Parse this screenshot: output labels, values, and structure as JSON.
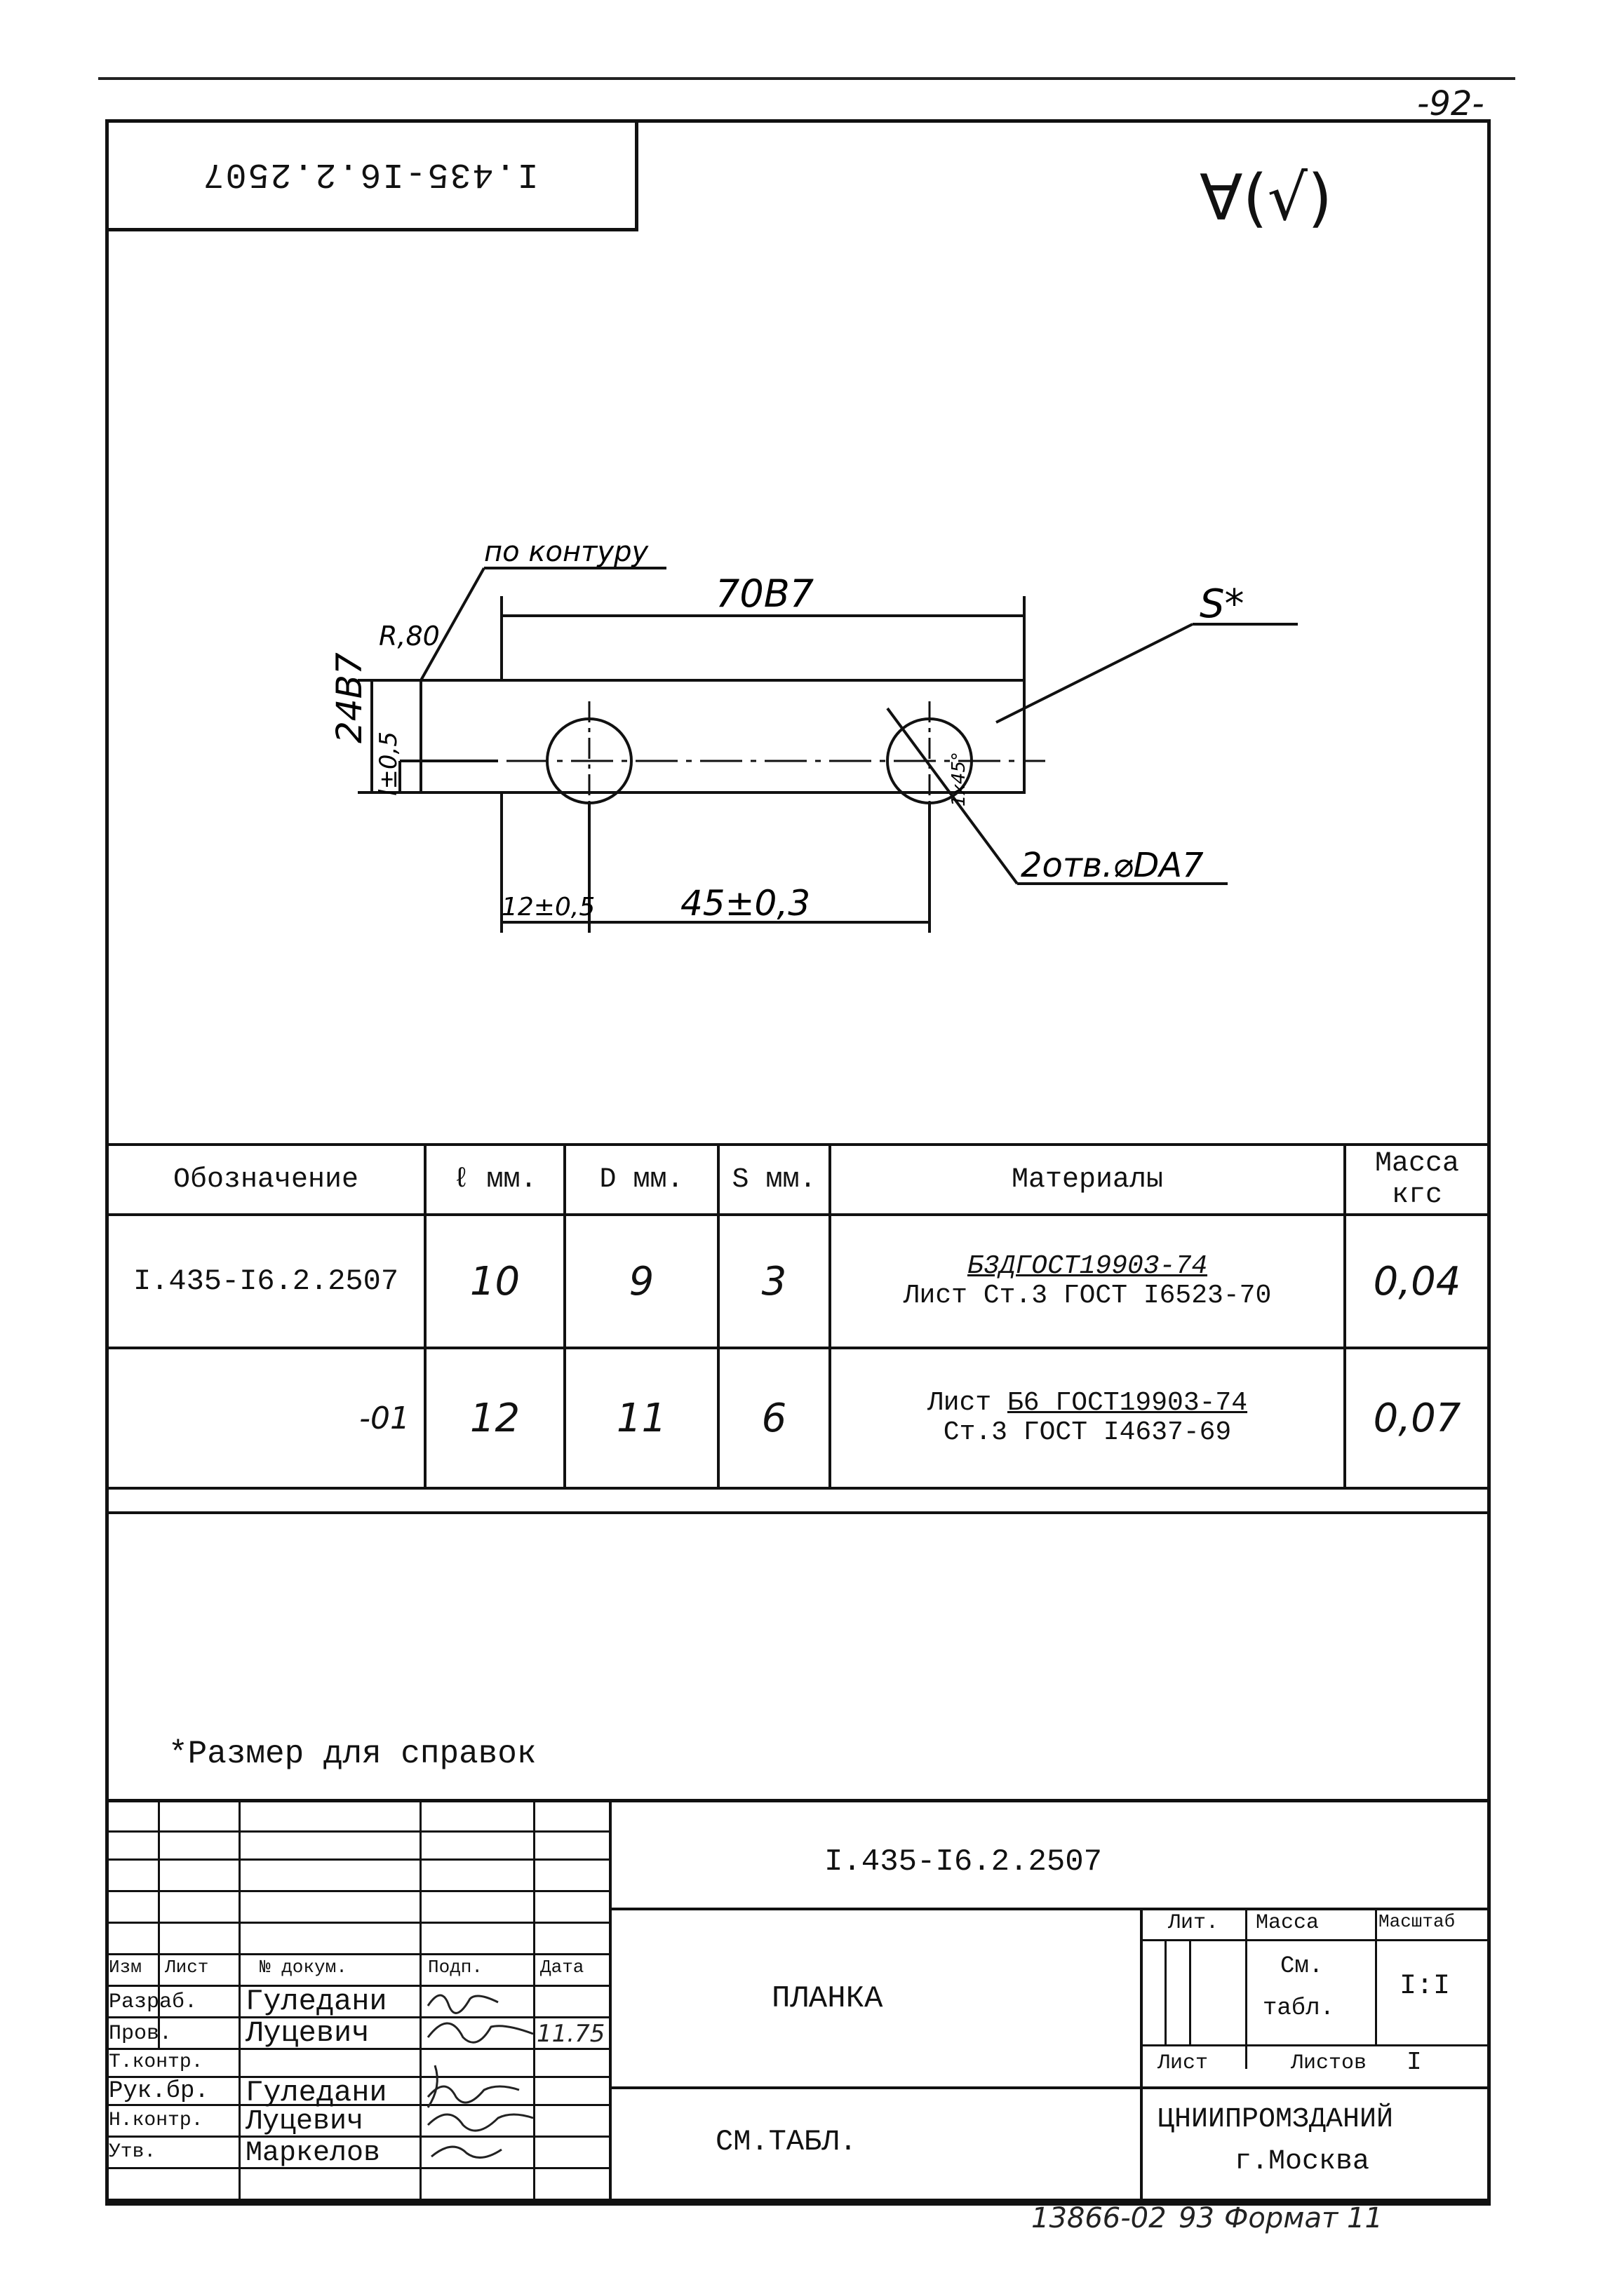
{
  "page_number": "-92-",
  "stamp_code": "I.435-I6.2.2507",
  "roughness_mark": "∀(√)",
  "drawing": {
    "contour_note": "по контуру",
    "radius": "R,80",
    "length": "70B7",
    "width": "24B7",
    "edge_offset_v": "l±0,5",
    "edge_offset_h": "12±0,5",
    "hole_spacing": "45±0,3",
    "thickness": "S*",
    "chamfer": "1x45°",
    "holes": "2отв.⌀DA7"
  },
  "spec_table": {
    "headers": [
      "Обозначение",
      "ℓ мм.",
      "D мм.",
      "S мм.",
      "Материалы",
      "Масса кгс"
    ],
    "rows": [
      {
        "designation": "I.435-I6.2.2507",
        "l": "10",
        "d": "9",
        "s": "3",
        "material_top": "Б3ДГОСТ19903-74",
        "material_prefix": "Лист",
        "material_bottom": "Ст.3 ГОСТ I6523-70",
        "mass": "0,04"
      },
      {
        "designation": "-01",
        "l": "12",
        "d": "11",
        "s": "6",
        "material_top": "Б6 ГОСТ19903-74",
        "material_prefix": "Лист",
        "material_bottom": "Ст.3 ГОСТ I4637-69",
        "mass": "0,07"
      }
    ]
  },
  "note": "*Размер для справок",
  "title_block": {
    "code": "I.435-I6.2.2507",
    "name": "ПЛАНКА",
    "material": "СМ.ТАБЛ.",
    "org": "ЦНИИПРОМЗДАНИЙ",
    "city": "г.Москва",
    "col_headers": [
      "Изм",
      "Лист",
      "№ докум.",
      "Подп.",
      "Дата"
    ],
    "roles": [
      "Разраб.",
      "Пров.",
      "Т.контр.",
      "Рук.бр.",
      "Н.контр.",
      "Утв."
    ],
    "names": [
      "Гуледани",
      "Луцевич",
      "",
      "Гуледани",
      "Луцевич",
      "Маркелов"
    ],
    "date": "11.75",
    "lit_label": "Лит.",
    "mass_label": "Масса",
    "scale_label": "Масштаб",
    "mass_value_1": "См.",
    "mass_value_2": "табл.",
    "scale_value": "I:I",
    "sheet_label": "Лист",
    "sheets_label": "Листов",
    "sheets_value": "I"
  },
  "footer": {
    "inventory": "13866-02",
    "num": "93",
    "format": "Формат 11"
  }
}
